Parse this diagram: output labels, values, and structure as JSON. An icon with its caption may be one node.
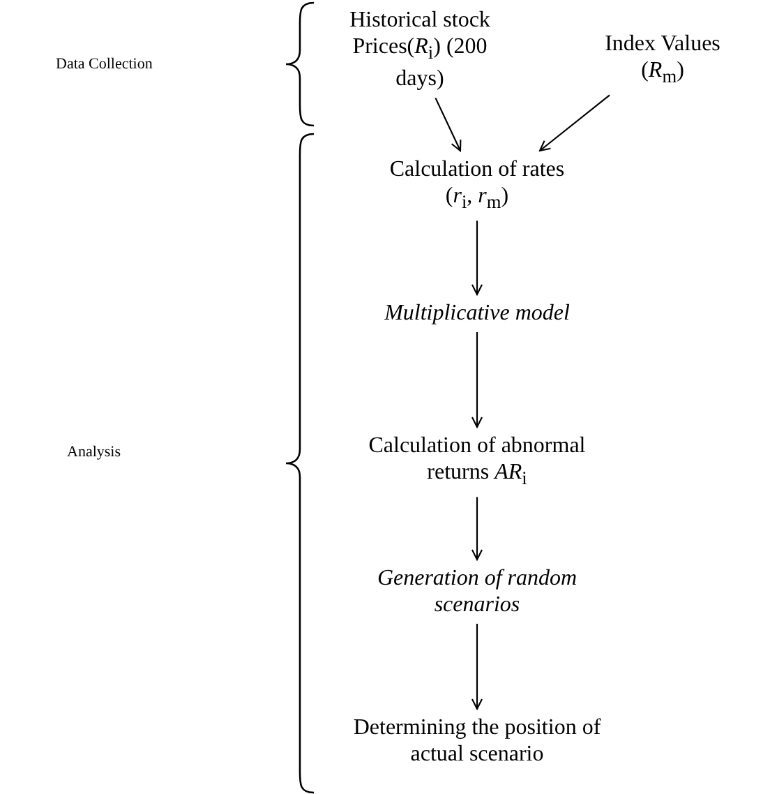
{
  "diagram": {
    "nodes": [
      {
        "text": [
          "Historical stock Prices(*R*$_{i}$) (200 days)"
        ]
      },
      {
        "text": [
          "Index Values (*R*$_{m}$)"
        ]
      },
      {
        "text": [
          "Calculation of rates (*r*$_{i}$, *r*$_{m}$)"
        ]
      },
      {
        "text": [
          "Multiplicative model"
        ]
      },
      {
        "text": [
          "Calculation of abnormal returns *AR*$_{i}$"
        ]
      },
      {
        "text": [
          "Generation of random scenarios"
        ]
      },
      {
        "text": [
          "Determining the position of actual scenario"
        ]
      }
    ],
    "edges": [
      {
        "from": 0,
        "to": 2,
        "arrow": "to"
      },
      {
        "from": 1,
        "to": 2,
        "arrow": "to"
      },
      {
        "from": 2,
        "to": 3,
        "arrow": "to"
      },
      {
        "from": 3,
        "to": 4,
        "arrow": "to"
      },
      {
        "from": 4,
        "to": 5,
        "arrow": "to"
      },
      {
        "from": 5,
        "to": 6,
        "arrow": "to"
      }
    ],
    "labels": [
      "Data Collection",
      "Analysis"
    ]
  }
}
